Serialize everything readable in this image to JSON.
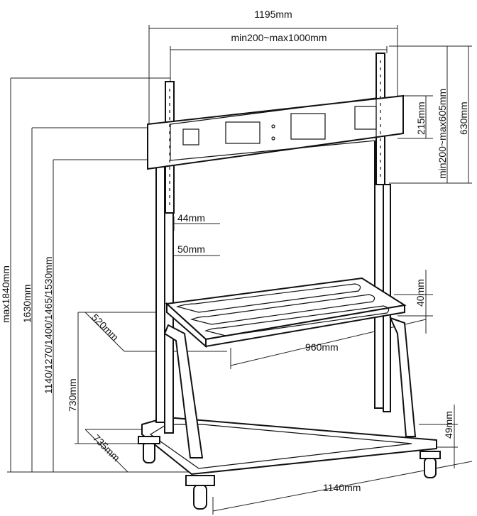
{
  "diagram": {
    "labels": {
      "overall_width": "1195mm",
      "vesa_horizontal": "min200~max1000mm",
      "bracket_height": "215mm",
      "bracket_total": "630mm",
      "vesa_vertical": "min200~max605mm",
      "upright_44": "44mm",
      "upright_50": "50mm",
      "max_height": "max1840mm",
      "height_1630": "1630mm",
      "height_options": "1140/1270/1400/1465/1530mm",
      "shelf_height": "730mm",
      "shelf_depth": "520mm",
      "shelf_lip": "40mm",
      "shelf_width": "960mm",
      "base_depth": "735mm",
      "base_height": "49mm",
      "base_width": "1140mm"
    }
  }
}
